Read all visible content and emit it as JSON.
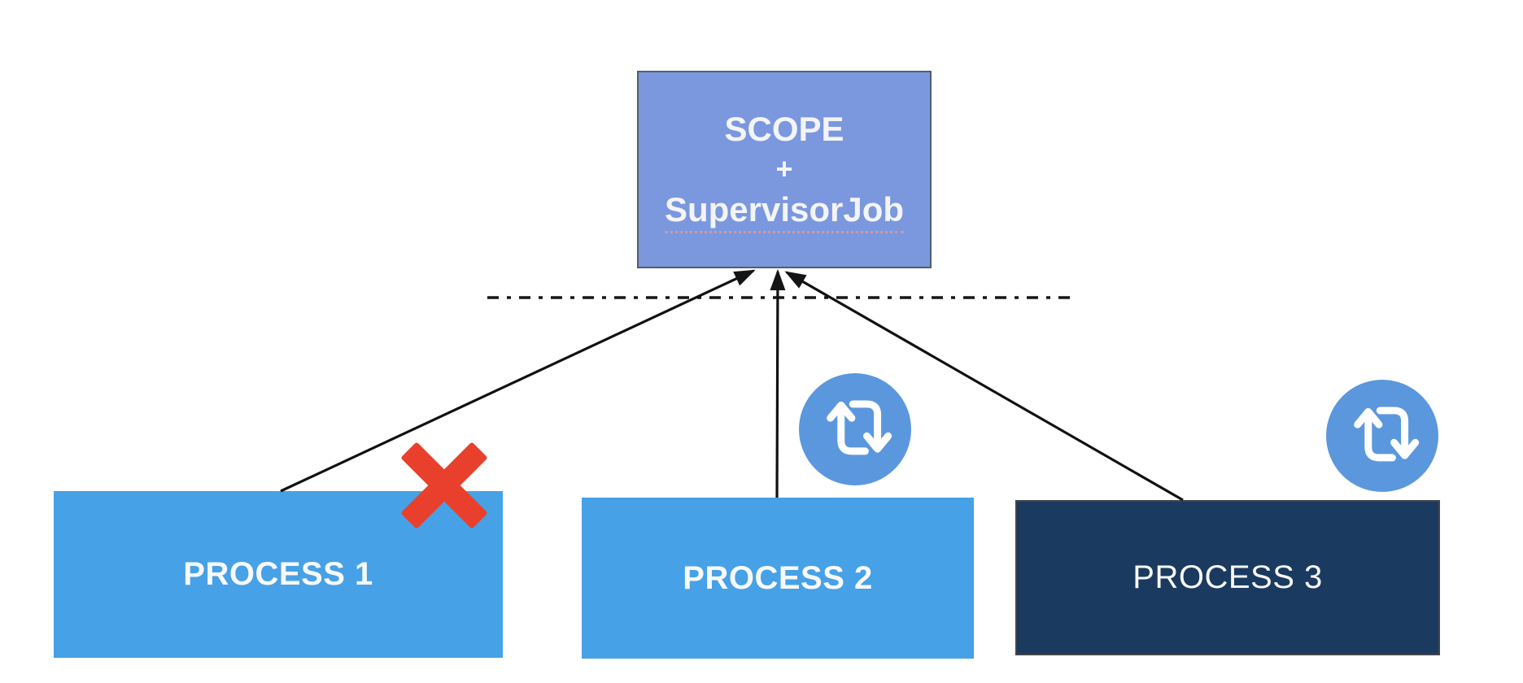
{
  "diagram": {
    "scope_node": {
      "line1": "SCOPE",
      "line2": "+",
      "line3": "SupervisorJob"
    },
    "processes": [
      {
        "label": "PROCESS 1",
        "overlay_icon": "x-mark-icon"
      },
      {
        "label": "PROCESS 2",
        "overlay_icon": "repeat-icon"
      },
      {
        "label": "PROCESS 3",
        "overlay_icon": "repeat-icon"
      }
    ],
    "colors": {
      "scope_fill": "#7b98de",
      "scope_border": "#535e6e",
      "process_light_fill": "#47a1e6",
      "process_dark_fill": "#1b3a60",
      "icon_circle_fill": "#5b97dd",
      "x_mark_red": "#e8402c",
      "connector_black": "#141414",
      "label_text": "#f8f9fb"
    }
  }
}
